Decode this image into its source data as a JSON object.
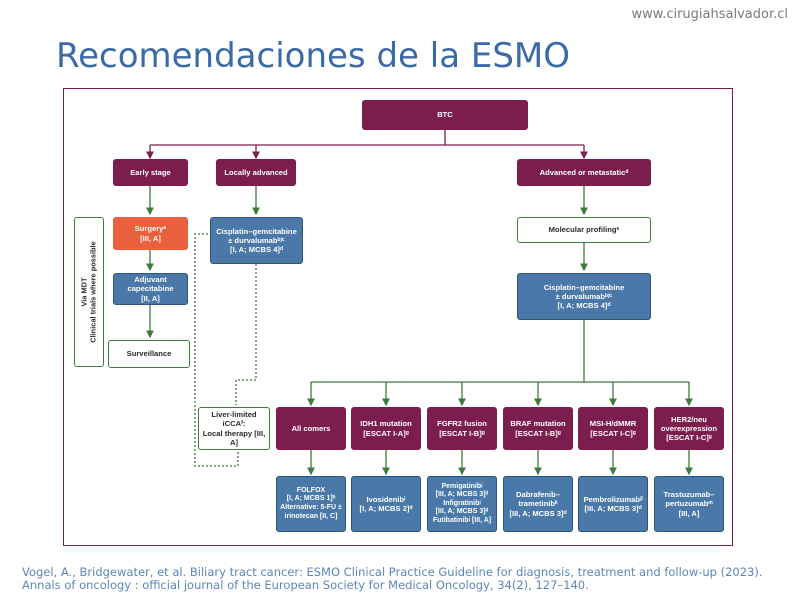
{
  "site_url": "www.cirugiahsalvador.cl",
  "title": "Recomendaciones de la ESMO",
  "diagram": {
    "root": "BTC",
    "branches": {
      "early": "Early stage",
      "local": "Locally advanced",
      "advanced": "Advanced or metastaticᵈ"
    },
    "mdt": "Via MDT\nClinical trials where possible",
    "surgery": "Surgeryᵃ\n[III, A]",
    "adjuvant": "Adjuvant capecitabine\n[II, A]",
    "surveillance": "Surveillance",
    "cisplatin_local": "Cisplatin–gemcitabine\n± durvalumabᵇʲᶜ\n[I, A; MCBS 4]ᵈ",
    "molecular": "Molecular profilingᵉ",
    "cisplatin_adv": "Cisplatin–gemcitabine\n± durvalumabᵇʲᶜ\n[I, A; MCBS 4]ᵈ",
    "liver": "Liver-limited iCCAᶠ:\nLocal therapy [III, A]",
    "targets": [
      "All comers",
      "IDH1 mutation\n[ESCAT I-A]ᵍ",
      "FGFR2 fusion\n[ESCAT I-B]ᵍ",
      "BRAF mutation\n[ESCAT I-B]ᵍ",
      "MSI-H/dMMR\n[ESCAT I-C]ᵍ",
      "HER2/neu\noverexpression\n[ESCAT I-C]ᵍ"
    ],
    "treatments": [
      "FOLFOX\n[I, A; MCBS 1]ʰ\nAlternative: 5-FU ±\nirinotecan [II, C]",
      "Ivosidenibⁱ\n[I, A; MCBS 2]ᵈ",
      "Pemigatinibʲ\n[III, A; MCBS 3]ᵈ\nInfigratinibʲ\n[III, A; MCBS 3]ᵈ\nFutibatinibʲ [III, A]",
      "Dabrafenib–\ntrametinibᵏ\n[III, A; MCBS 3]ᵈ",
      "Pembrolizumabʲˡ\n[III, A; MCBS 3]ᵈ",
      "Trastuzumab–\npertuzumabᵐ\n[III, A]"
    ]
  },
  "citation": "Vogel, A., Bridgewater, et al. Biliary tract cancer: ESMO Clinical Practice Guideline for diagnosis, treatment and follow-up (2023). Annals of oncology : official journal of the European Society for Medical Oncology, 34(2), 127–140.",
  "colors": {
    "maroon": "#7b1e4e",
    "blue": "#4a78a8",
    "orange": "#e8603c",
    "green": "#3f7a3f",
    "title": "#3b6aa8"
  }
}
